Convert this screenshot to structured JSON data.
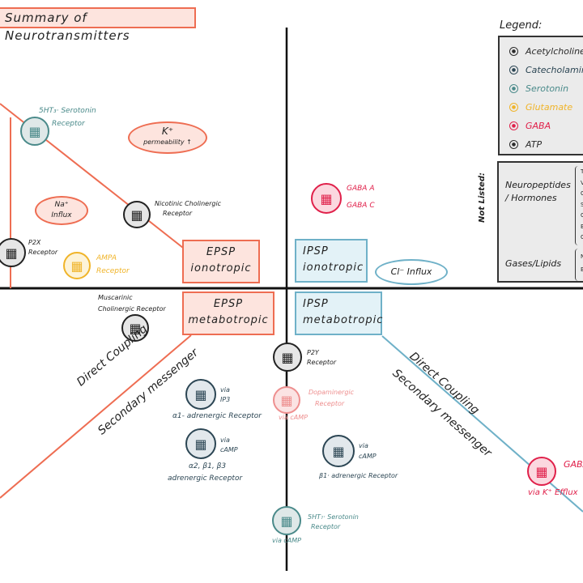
{
  "title": "Summary of Neurotransmitters",
  "colors": {
    "acetylcholine": "#2a2a2a",
    "catecholamine": "#2c4654",
    "serotonin": "#4a8a8a",
    "glutamate": "#f0b429",
    "gaba": "#e0204a",
    "atp": "#2a2a2a",
    "dopamine_faded": "#ee8f8f",
    "excitatory": "#ee6d52",
    "inhibitory": "#6fb1c8",
    "axis": "#111111"
  },
  "quadrants": {
    "epsp_ionotropic": {
      "line1": "EPSP",
      "line2": "ionotropic"
    },
    "ipsp_ionotropic": {
      "line1": "IPSP",
      "line2": "ionotropic"
    },
    "epsp_metabotropic": {
      "line1": "EPSP",
      "line2": "metabotropic"
    },
    "ipsp_metabotropic": {
      "line1": "IPSP",
      "line2": "metabotropic"
    }
  },
  "effects": {
    "k_permeability": {
      "line1": "K⁺",
      "line2": "permeability ↑"
    },
    "na_influx": {
      "line1": "Na⁺",
      "line2": "Influx"
    },
    "cl_influx": "Cl⁻ Influx"
  },
  "coupling_labels": {
    "left_direct": "Direct Coupling",
    "left_secondary": "Secondary messenger",
    "right_direct": "Direct Coupling",
    "right_secondary": "Secondary messenger"
  },
  "receptors": {
    "ht3_serotonin": {
      "line1": "5HT₃· Serotonin",
      "line2": "Receptor"
    },
    "nicotinic": {
      "line1": "Nicotinic Cholinergic",
      "line2": "Receptor"
    },
    "p2x": {
      "line1": "P2X",
      "line2": "Receptor"
    },
    "ampa": {
      "line1": "AMPA",
      "line2": "Receptor"
    },
    "gaba_ab": {
      "line1": "GABA A",
      "line2": "GABA C"
    },
    "muscarinic": {
      "line1": "Muscarinic",
      "line2": "Cholinergic Receptor"
    },
    "alpha1": {
      "via": "via",
      "messenger": "IP3",
      "name": "α1- adrenergic Receptor"
    },
    "alpha2_beta": {
      "via": "via",
      "messenger": "cAMP",
      "name1": "α2, β1, β3",
      "name2": "adrenergic Receptor"
    },
    "p2y": {
      "line1": "P2Y",
      "line2": "Receptor"
    },
    "dopaminergic": {
      "line1": "Dopaminergic",
      "line2": "Receptor",
      "via": "via cAMP"
    },
    "beta1": {
      "via": "via",
      "messenger": "cAMP",
      "name": "β1· adrenergic Receptor"
    },
    "ht7_serotonin": {
      "line1": "5HT₇· Serotonin",
      "line2": "Receptor",
      "via": "via cAMP"
    },
    "gaba_b": {
      "line1": "GABA B",
      "via": "via K⁺ Efflux"
    }
  },
  "legend": {
    "title": "Legend:",
    "items": [
      {
        "label": "Acetylcholine",
        "color_key": "acetylcholine"
      },
      {
        "label": "Catecholamine",
        "color_key": "catecholamine"
      },
      {
        "label": "Serotonin",
        "color_key": "serotonin"
      },
      {
        "label": "Glutamate",
        "color_key": "glutamate"
      },
      {
        "label": "GABA",
        "color_key": "gaba"
      },
      {
        "label": "ATP",
        "color_key": "atp"
      }
    ]
  },
  "not_listed": {
    "label": "Not Listed:",
    "neuropeptides": {
      "line1": "Neuropeptides",
      "line2": "/ Hormones",
      "items": [
        "T",
        "V",
        "O",
        "S",
        "C",
        "E",
        "O"
      ]
    },
    "gases": {
      "label": "Gases/Lipids",
      "items": [
        "N",
        "E"
      ]
    }
  }
}
